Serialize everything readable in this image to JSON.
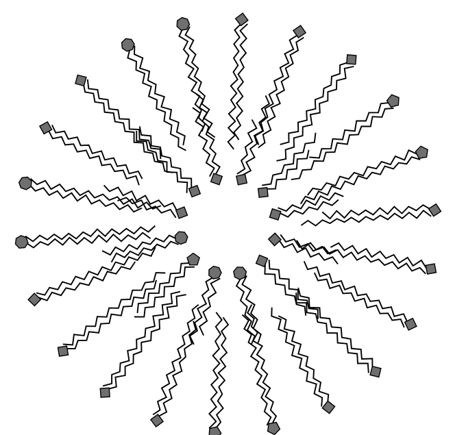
{
  "diagram": {
    "kind": "lipid-bilayer-vesicle",
    "colors": {
      "background": "#ffffff",
      "tail": "#000000",
      "head_fill": "#6f6f6f",
      "head_outline": "#000000"
    },
    "outer_leaflet": {
      "lipid_count": 22,
      "head_shapes": [
        "heptagon",
        "square",
        "square",
        "square",
        "pentagon",
        "pentagon",
        "square",
        "square",
        "square",
        "square",
        "square",
        "pentagon",
        "pentagon",
        "square",
        "square",
        "square",
        "square",
        "heptagon",
        "heptagon",
        "square",
        "square",
        "heptagon"
      ]
    },
    "inner_leaflet": {
      "lipid_count": 12,
      "head_shapes": [
        "square",
        "square",
        "square",
        "square",
        "square",
        "heptagon",
        "heptagon",
        "pentagon",
        "heptagon",
        "square",
        "square",
        "square"
      ]
    }
  }
}
